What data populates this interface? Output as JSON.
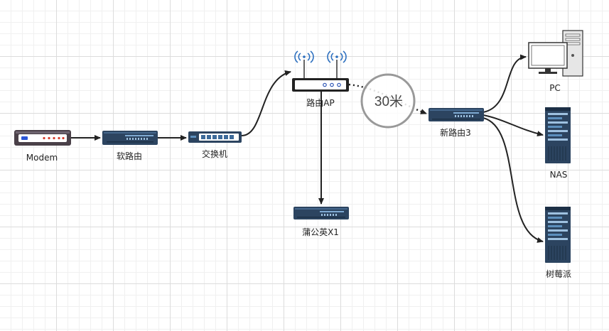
{
  "diagram": {
    "nodes": {
      "modem": "Modem",
      "soft_router": "软路由",
      "switch": "交换机",
      "router_ap": "路由AP",
      "pugongying": "蒲公英X1",
      "new_router": "新路由3",
      "pc": "PC",
      "nas": "NAS",
      "raspberry": "树莓派"
    },
    "distance_label": "30米",
    "colors": {
      "device_dark": "#2c4460",
      "device_light": "#5c8fbd",
      "edge": "#222222",
      "callout_ring": "#999999"
    }
  }
}
